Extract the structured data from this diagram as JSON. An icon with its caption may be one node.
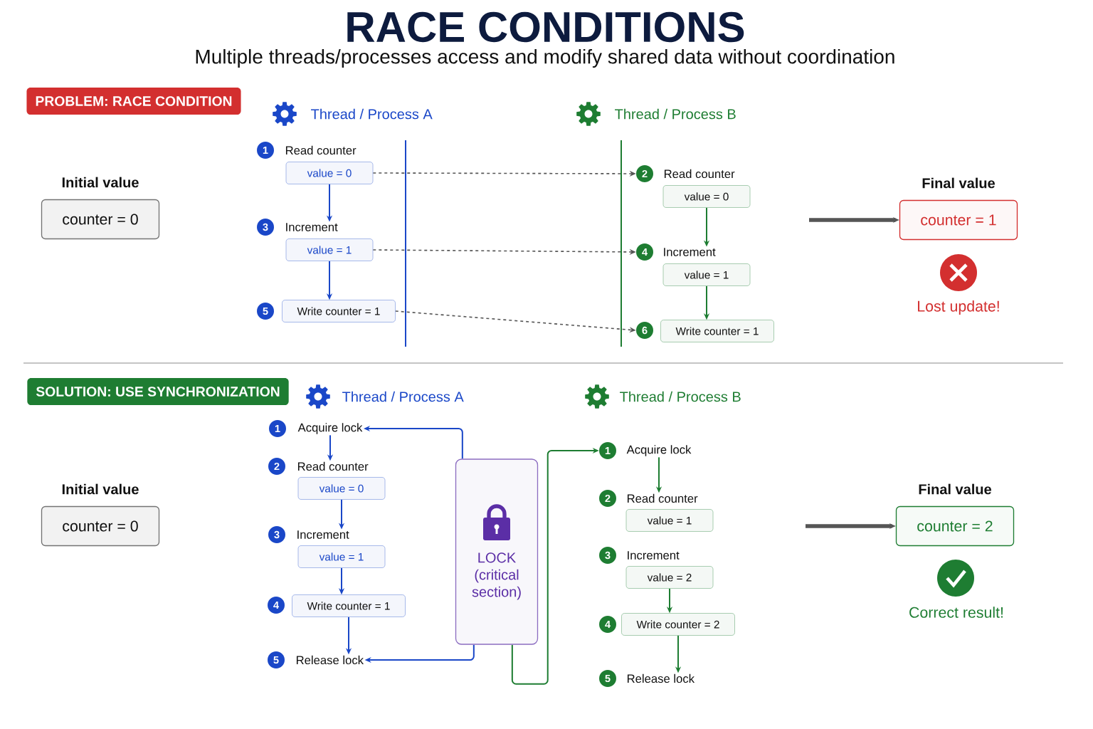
{
  "diagram": {
    "title": "RACE CONDITIONS",
    "nodes": [
      {
        "text": [
          "PROBLEM: RACE CONDITION"
        ]
      },
      {
        "text": [
          "Initial value",
          "counter = 0"
        ]
      },
      {
        "text": [
          "1"
        ]
      },
      {
        "text": [
          "Read counter"
        ]
      },
      {
        "text": [
          "value = 0"
        ]
      },
      {
        "text": [
          "3"
        ]
      },
      {
        "text": [
          "Increment"
        ]
      },
      {
        "text": [
          "value = 1"
        ]
      },
      {
        "text": [
          "5"
        ]
      },
      {
        "text": [
          "Write counter = 1"
        ]
      },
      {
        "text": [
          "2"
        ]
      },
      {
        "text": [
          "Read counter"
        ]
      },
      {
        "text": [
          "value = 0"
        ]
      },
      {
        "text": [
          "4"
        ]
      },
      {
        "text": [
          "Increment"
        ]
      },
      {
        "text": [
          "value = 1"
        ]
      },
      {
        "text": [
          "6"
        ]
      },
      {
        "text": [
          "Write counter = 1"
        ]
      },
      {
        "text": [
          "Final value",
          "counter = 1"
        ]
      },
      {
        "text": [
          "SOLUTION: USE SYNCHRONIZATION"
        ]
      },
      {
        "text": [
          "Initial value",
          "counter = 0"
        ]
      },
      {
        "text": [
          "1"
        ]
      },
      {
        "text": [
          "Acquire lock"
        ]
      },
      {
        "text": [
          "2"
        ]
      },
      {
        "text": [
          "Read counter"
        ]
      },
      {
        "text": [
          "value = 0"
        ]
      },
      {
        "text": [
          "3"
        ]
      },
      {
        "text": [
          "Increment"
        ]
      },
      {
        "text": [
          "value = 1"
        ]
      },
      {
        "text": [
          "4"
        ]
      },
      {
        "text": [
          "Write counter = 1"
        ]
      },
      {
        "text": [
          "5"
        ]
      },
      {
        "text": [
          "Release lock"
        ]
      },
      {
        "text": [
          "LOCK (critical section)"
        ]
      },
      {
        "text": [
          "1"
        ]
      },
      {
        "text": [
          "Acquire lock"
        ]
      },
      {
        "text": [
          "2"
        ]
      },
      {
        "text": [
          "Read counter"
        ]
      },
      {
        "text": [
          "value = 1"
        ]
      },
      {
        "text": [
          "3"
        ]
      },
      {
        "text": [
          "Increment"
        ]
      },
      {
        "text": [
          "value = 2"
        ]
      },
      {
        "text": [
          "4"
        ]
      },
      {
        "text": [
          "Write counter = 2"
        ]
      },
      {
        "text": [
          "5"
        ]
      },
      {
        "text": [
          "Release lock"
        ]
      },
      {
        "text": [
          "Final value",
          "counter = 2"
        ]
      }
    ],
    "edges": [
      {
        "from": 4,
        "to": 6,
        "arrow": "to",
        "color": "#1a47c8"
      },
      {
        "from": 7,
        "to": 9,
        "arrow": "to",
        "color": "#1a47c8"
      },
      {
        "from": 12,
        "to": 14,
        "arrow": "to",
        "color": "#1e7d32"
      },
      {
        "from": 15,
        "to": 17,
        "arrow": "to",
        "color": "#1e7d32"
      },
      {
        "from": 4,
        "to": 10,
        "arrow": "to",
        "style": "dashed",
        "color": "#555555"
      },
      {
        "from": 7,
        "to": 13,
        "arrow": "to",
        "style": "dashed",
        "color": "#555555"
      },
      {
        "from": 9,
        "to": 16,
        "arrow": "to",
        "style": "dashed",
        "color": "#555555"
      },
      {
        "from": null,
        "to": 18,
        "arrow": "to",
        "style": "thick",
        "color": "#555555"
      },
      {
        "from": 22,
        "to": 24,
        "arrow": "to",
        "color": "#1a47c8"
      },
      {
        "from": 25,
        "to": 27,
        "arrow": "to",
        "color": "#1a47c8"
      },
      {
        "from": 28,
        "to": 30,
        "arrow": "to",
        "color": "#1a47c8"
      },
      {
        "from": 30,
        "to": 32,
        "arrow": "to",
        "color": "#1a47c8"
      },
      {
        "from": 33,
        "to": 22,
        "arrow": "to",
        "color": "#1a47c8"
      },
      {
        "from": 33,
        "to": 32,
        "arrow": "to",
        "color": "#1a47c8"
      },
      {
        "from": 33,
        "to": 34,
        "arrow": "to",
        "color": "#1e7d32"
      },
      {
        "from": 35,
        "to": 37,
        "arrow": "to",
        "color": "#1e7d32"
      },
      {
        "from": 41,
        "to": 43,
        "arrow": "to",
        "color": "#1e7d32"
      },
      {
        "from": 43,
        "to": 45,
        "arrow": "to",
        "color": "#1e7d32"
      },
      {
        "from": null,
        "to": 46,
        "arrow": "to",
        "style": "thick",
        "color": "#555555"
      }
    ],
    "labels": [
      "Multiple threads/processes access and modify shared data without coordination",
      "Thread / Process A",
      "Thread / Process B",
      "Lost update!",
      "Thread / Process A",
      "Thread / Process B",
      "Correct result!"
    ]
  }
}
